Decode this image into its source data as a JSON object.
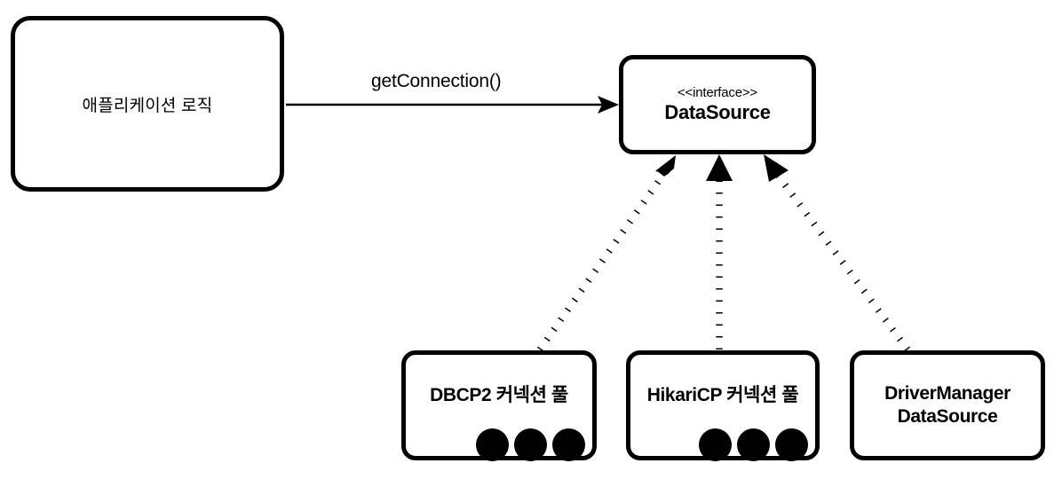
{
  "diagram": {
    "type": "uml-class-diagram",
    "background_color": "#ffffff",
    "stroke_color": "#000000",
    "nodes": [
      {
        "id": "application-logic",
        "label": "애플리케이션 로직",
        "shape": "rounded-rectangle",
        "dots": 0
      },
      {
        "id": "datasource-interface",
        "stereotype": "<<interface>>",
        "title": "DataSource",
        "shape": "rounded-rectangle",
        "dots": 0
      },
      {
        "id": "dbcp2-pool",
        "label": "DBCP2 커넥션 풀",
        "shape": "rounded-rectangle",
        "dots": 3
      },
      {
        "id": "hikaricp-pool",
        "label": "HikariCP 커넥션 풀",
        "shape": "rounded-rectangle",
        "dots": 3
      },
      {
        "id": "drivermanager-datasource",
        "label_line1": "DriverManager",
        "label_line2": "DataSource",
        "shape": "rounded-rectangle",
        "dots": 0
      }
    ],
    "edges": [
      {
        "id": "call-getconnection",
        "from": "application-logic",
        "to": "datasource-interface",
        "style": "solid",
        "arrow": "open",
        "label": "getConnection()"
      },
      {
        "id": "realization-dbcp2",
        "from": "dbcp2-pool",
        "to": "datasource-interface",
        "style": "dotted",
        "arrow": "closed-triangle",
        "label": ""
      },
      {
        "id": "realization-hikaricp",
        "from": "hikaricp-pool",
        "to": "datasource-interface",
        "style": "dotted",
        "arrow": "closed-triangle",
        "label": ""
      },
      {
        "id": "realization-drivermanager",
        "from": "drivermanager-datasource",
        "to": "datasource-interface",
        "style": "dotted",
        "arrow": "closed-triangle",
        "label": ""
      }
    ]
  }
}
